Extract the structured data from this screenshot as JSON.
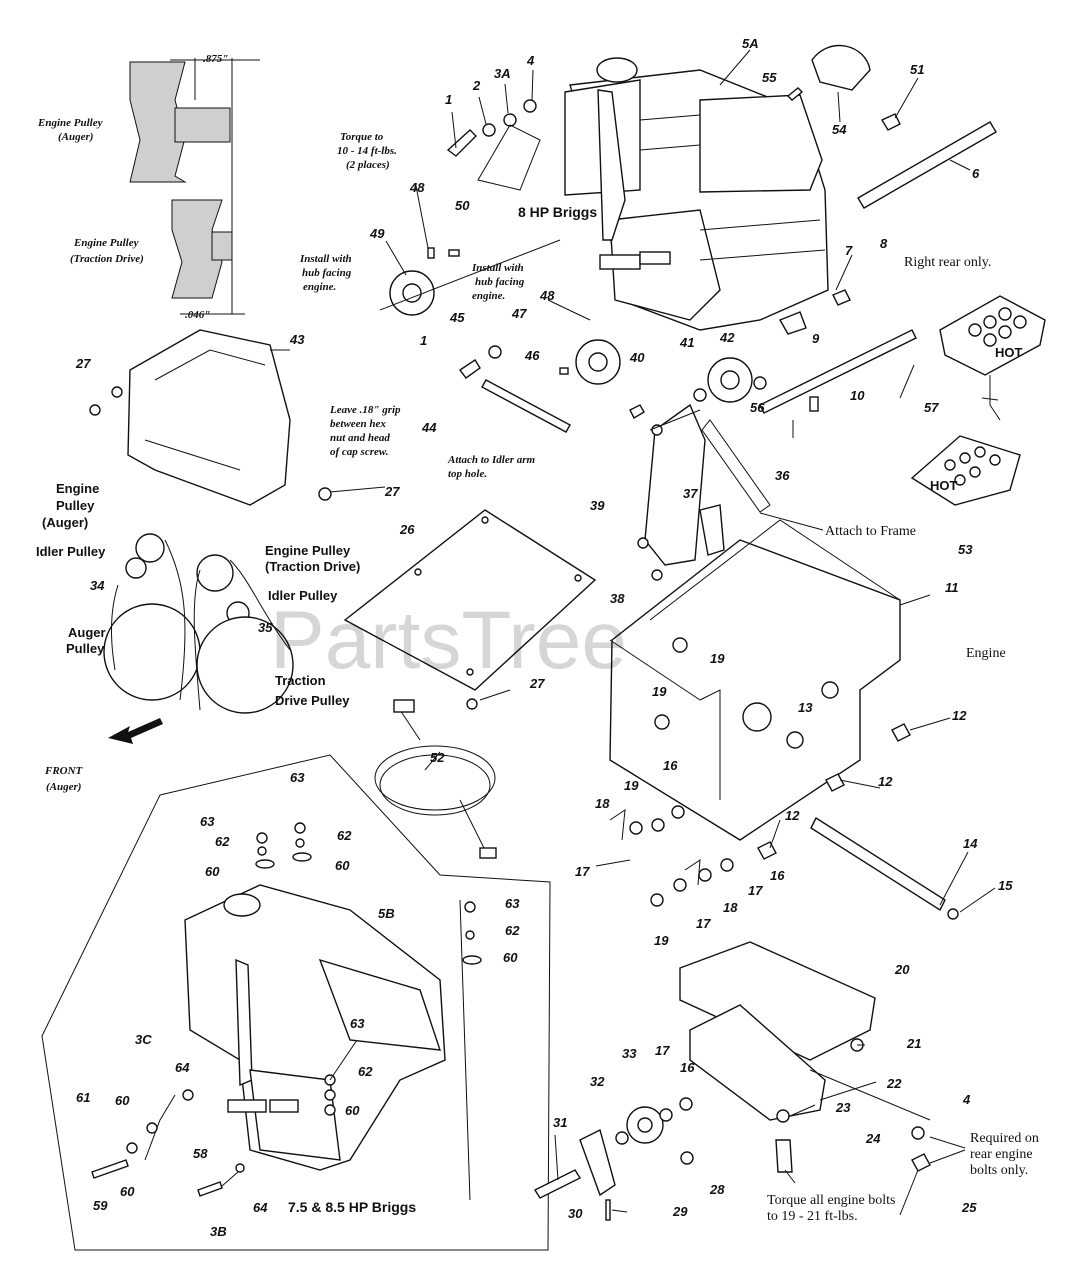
{
  "labels": {
    "p1a": "1",
    "p2": "2",
    "p3a": "3A",
    "p4a": "4",
    "p5a": "5A",
    "p55": "55",
    "p51": "51",
    "p54": "54",
    "p6": "6",
    "p7": "7",
    "p8": "8",
    "p48a": "48",
    "p50": "50",
    "p49": "49",
    "p48b": "48",
    "p45": "45",
    "p47": "47",
    "p1b": "1",
    "p46": "46",
    "p40": "40",
    "p41": "41",
    "p42": "42",
    "p9": "9",
    "p10": "10",
    "p56": "56",
    "p57": "57",
    "p43": "43",
    "p27a": "27",
    "p44": "44",
    "p27b": "27",
    "p39": "39",
    "p37": "37",
    "p36": "36",
    "p53": "53",
    "p26": "26",
    "p38": "38",
    "p11": "11",
    "p19a": "19",
    "p13": "13",
    "p12a": "12",
    "p34": "34",
    "p35": "35",
    "p19b": "19",
    "p27c": "27",
    "p52": "52",
    "p16a": "16",
    "p19c": "19",
    "p18a": "18",
    "p12b": "12",
    "p12c": "12",
    "p14": "14",
    "p17a": "17",
    "p16b": "16",
    "p17b": "17",
    "p17c": "17",
    "p18b": "18",
    "p19d": "19",
    "p15": "15",
    "p63a": "63",
    "p63b": "63",
    "p62a": "62",
    "p62b": "62",
    "p60a": "60",
    "p60b": "60",
    "p5b": "5B",
    "p63c": "63",
    "p62c": "62",
    "p60c": "60",
    "p63d": "63",
    "p62d": "62",
    "p60d": "60",
    "p3c": "3C",
    "p64a": "64",
    "p61": "61",
    "p60e": "60",
    "p60f": "60",
    "p59": "59",
    "p58": "58",
    "p64b": "64",
    "p3b": "3B",
    "p20": "20",
    "p21": "21",
    "p22": "22",
    "p33": "33",
    "p17d": "17",
    "p16c": "16",
    "p32": "32",
    "p23": "23",
    "p4b": "4",
    "p24": "24",
    "p31": "31",
    "p28": "28",
    "p25": "25",
    "p30": "30",
    "p29": "29"
  },
  "notes": {
    "dim_top": ".875\"",
    "dim_bottom": ".046\"",
    "engine_pulley_auger": [
      "Engine Pulley",
      "(Auger)"
    ],
    "engine_pulley_traction": [
      "Engine Pulley",
      "(Traction Drive)"
    ],
    "torque_note": [
      "Torque to",
      "10 - 14 ft-lbs.",
      "(2 places)"
    ],
    "install_hub_1": [
      "Install with",
      "hub facing",
      "engine."
    ],
    "install_hub_2": [
      "Install with",
      "hub facing",
      "engine."
    ],
    "briggs_8hp": "8 HP Briggs",
    "right_rear_only": "Right rear only.",
    "leave_grip": [
      "Leave .18\" grip",
      "between hex",
      "nut and head",
      "of cap screw."
    ],
    "attach_idler": [
      "Attach to Idler arm",
      "top hole."
    ],
    "attach_frame": "Attach to Frame",
    "engine": "Engine",
    "belt_engine_pulley_auger": [
      "Engine",
      "Pulley",
      "(Auger)"
    ],
    "belt_idler_1": "Idler Pulley",
    "belt_engine_pulley_traction": [
      "Engine Pulley",
      "(Traction Drive)"
    ],
    "belt_idler_2": "Idler Pulley",
    "belt_auger_pulley": [
      "Auger",
      "Pulley"
    ],
    "belt_traction_pulley": [
      "Traction",
      "Drive Pulley"
    ],
    "front_auger": [
      "FRONT",
      "(Auger)"
    ],
    "briggs_75_85": "7.5 & 8.5 HP Briggs",
    "required_rear": [
      "Required on",
      "rear engine",
      "bolts only."
    ],
    "torque_engine": [
      "Torque all engine bolts",
      "to 19 - 21 ft-lbs."
    ],
    "hot_decal": "HOT"
  },
  "watermark": "PartsTree"
}
